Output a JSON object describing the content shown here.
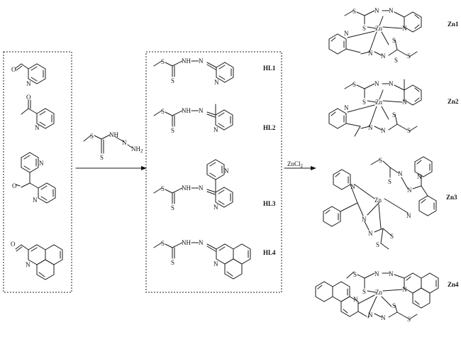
{
  "labels": {
    "hl1": "HL1",
    "hl2": "HL2",
    "hl3": "HL3",
    "hl4": "HL4",
    "zn1": "Zn1",
    "zn2": "Zn2",
    "zn3": "Zn3",
    "zn4": "Zn4"
  },
  "reagent": {
    "zncl2": "ZnCl",
    "zncl2_sub": "2",
    "nh": "NH",
    "nh2": "NH",
    "nh2_sub": "2"
  },
  "atoms": {
    "N": "N",
    "S": "S",
    "O": "O",
    "Zn": "Zn",
    "H": "H"
  }
}
